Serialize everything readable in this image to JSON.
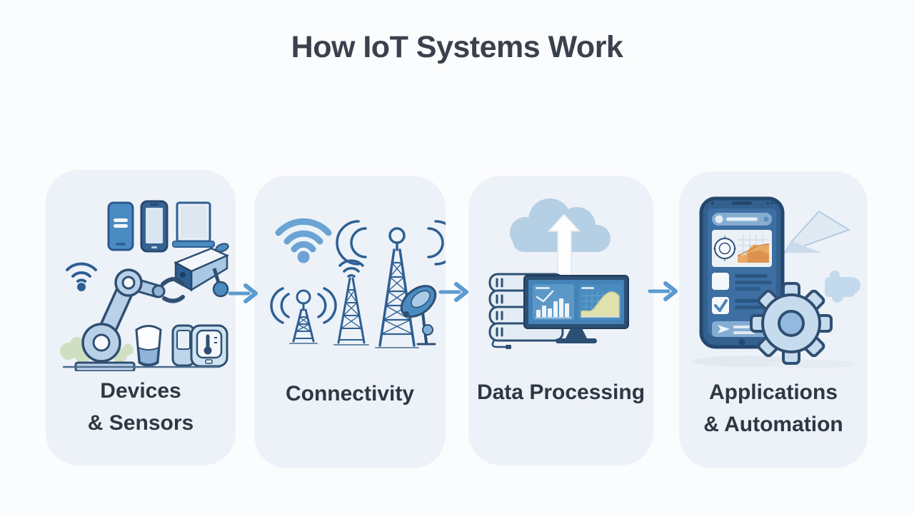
{
  "title": "How IoT Systems Work",
  "colors": {
    "page_bg": "#fbfcfe",
    "panel_bg": "#edf2f8",
    "title_text": "#3a414c",
    "label_text": "#2f3743",
    "outline_navy": "#2e5580",
    "accent_blue": "#4a8cc2",
    "light_blue": "#b9d3e9",
    "arrow_blue": "#5b9bd1",
    "cloud_blue": "#b5cfe4",
    "screen_blue": "#4383b8",
    "chart_orange": "#e8a660",
    "chart_yellow_green": "#e0e1ad",
    "greenery": "#cfdfc2"
  },
  "panels": [
    {
      "name": "devices-sensors",
      "label_line1": "Devices",
      "label_line2": "& Sensors",
      "icons": [
        "smartphone-icon",
        "smartphone-icon",
        "tablet-icon",
        "wifi-icon",
        "security-camera-icon",
        "robot-arm-icon",
        "smart-speaker-icon",
        "thermostat-icon"
      ]
    },
    {
      "name": "connectivity",
      "label_line1": "Connectivity",
      "label_line2": "",
      "icons": [
        "wifi-icon",
        "cell-tower-icon",
        "cell-tower-icon",
        "cell-tower-icon",
        "satellite-dish-icon"
      ]
    },
    {
      "name": "data-processing",
      "label_line1": "Data Processing",
      "label_line2": "",
      "icons": [
        "cloud-upload-icon",
        "server-rack-icon",
        "monitor-dashboard-icon"
      ]
    },
    {
      "name": "applications-automation",
      "label_line1": "Applications",
      "label_line2": "& Automation",
      "icons": [
        "smartphone-app-icon",
        "paper-plane-icon",
        "puzzle-icon",
        "gear-icon"
      ]
    }
  ],
  "arrows": [
    "right-arrow",
    "right-arrow",
    "right-arrow"
  ]
}
